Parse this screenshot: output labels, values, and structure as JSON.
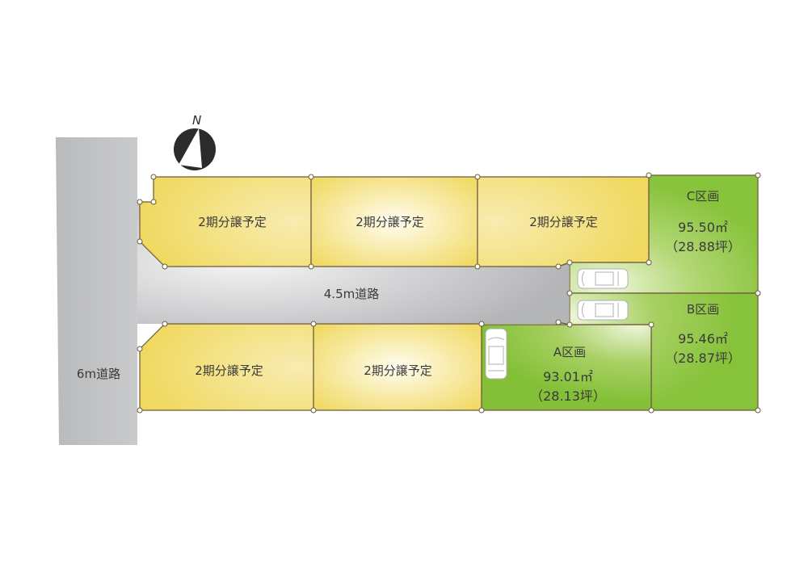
{
  "compass": {
    "label": "N"
  },
  "roads": {
    "main": "6m道路",
    "inner": "4.5m道路"
  },
  "lots": {
    "top": [
      {
        "label": "2期分譲予定"
      },
      {
        "label": "2期分譲予定"
      },
      {
        "label": "2期分譲予定"
      }
    ],
    "bottom": [
      {
        "label": "2期分譲予定"
      },
      {
        "label": "2期分譲予定"
      }
    ],
    "sale": {
      "A": {
        "name": "A区画",
        "area_m2": "93.01㎡",
        "area_tsubo": "（28.13坪）"
      },
      "B": {
        "name": "B区画",
        "area_m2": "95.46㎡",
        "area_tsubo": "（28.87坪）"
      },
      "C": {
        "name": "C区画",
        "area_m2": "95.50㎡",
        "area_tsubo": "（28.88坪）"
      }
    }
  },
  "colors": {
    "road": "#bdbec0",
    "future_lot": "#f2dc6a",
    "sale_lot": "#8cc63e",
    "border": "#6b5a3a"
  }
}
